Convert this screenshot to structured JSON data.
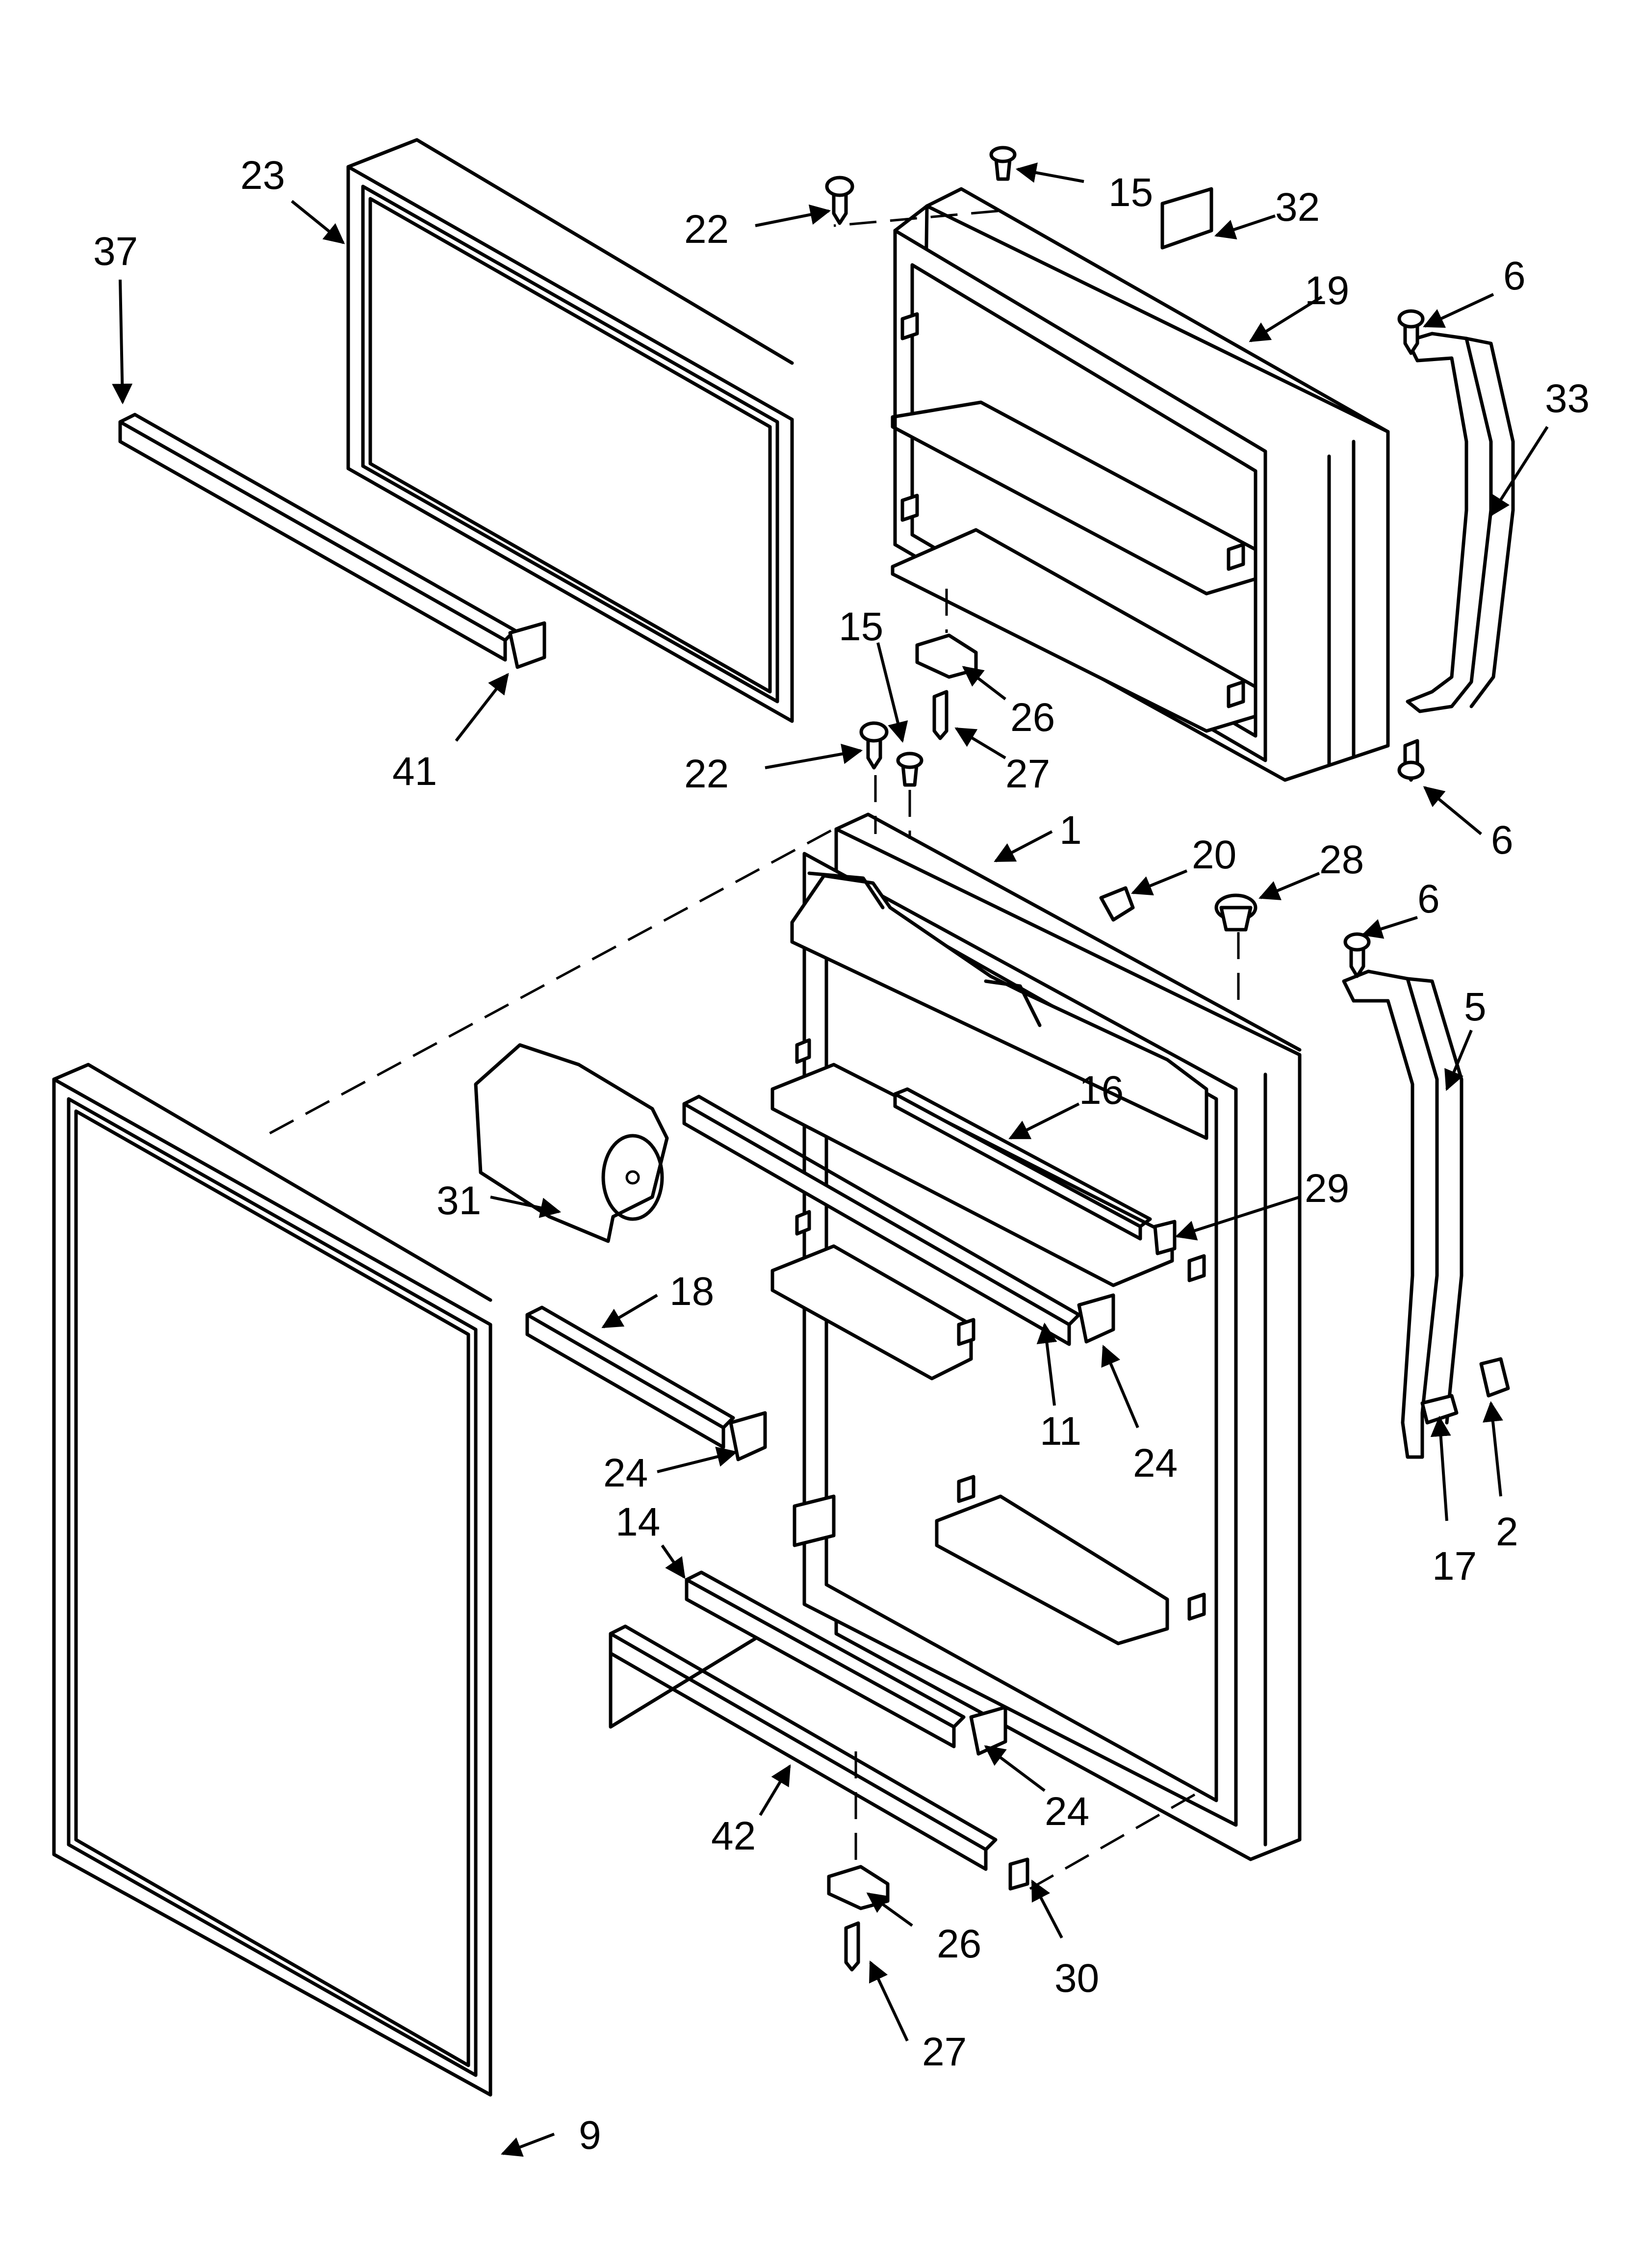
{
  "diagram": {
    "callouts": [
      {
        "id": "c23",
        "text": "23"
      },
      {
        "id": "c37",
        "text": "37"
      },
      {
        "id": "c41",
        "text": "41"
      },
      {
        "id": "c22a",
        "text": "22"
      },
      {
        "id": "c15a",
        "text": "15"
      },
      {
        "id": "c32",
        "text": "32"
      },
      {
        "id": "c19",
        "text": "19"
      },
      {
        "id": "c6a",
        "text": "6"
      },
      {
        "id": "c33",
        "text": "33"
      },
      {
        "id": "c6b",
        "text": "6"
      },
      {
        "id": "c15b",
        "text": "15"
      },
      {
        "id": "c26a",
        "text": "26"
      },
      {
        "id": "c22b",
        "text": "22"
      },
      {
        "id": "c27a",
        "text": "27"
      },
      {
        "id": "c1",
        "text": "1"
      },
      {
        "id": "c20",
        "text": "20"
      },
      {
        "id": "c28",
        "text": "28"
      },
      {
        "id": "c6c",
        "text": "6"
      },
      {
        "id": "c5",
        "text": "5"
      },
      {
        "id": "c16",
        "text": "16"
      },
      {
        "id": "c31",
        "text": "31"
      },
      {
        "id": "c29",
        "text": "29"
      },
      {
        "id": "c18",
        "text": "18"
      },
      {
        "id": "c11",
        "text": "11"
      },
      {
        "id": "c24a",
        "text": "24"
      },
      {
        "id": "c24b",
        "text": "24"
      },
      {
        "id": "c17",
        "text": "17"
      },
      {
        "id": "c2",
        "text": "2"
      },
      {
        "id": "c14",
        "text": "14"
      },
      {
        "id": "c24c",
        "text": "24"
      },
      {
        "id": "c42",
        "text": "42"
      },
      {
        "id": "c26b",
        "text": "26"
      },
      {
        "id": "c30",
        "text": "30"
      },
      {
        "id": "c27b",
        "text": "27"
      },
      {
        "id": "c9",
        "text": "9"
      }
    ]
  }
}
